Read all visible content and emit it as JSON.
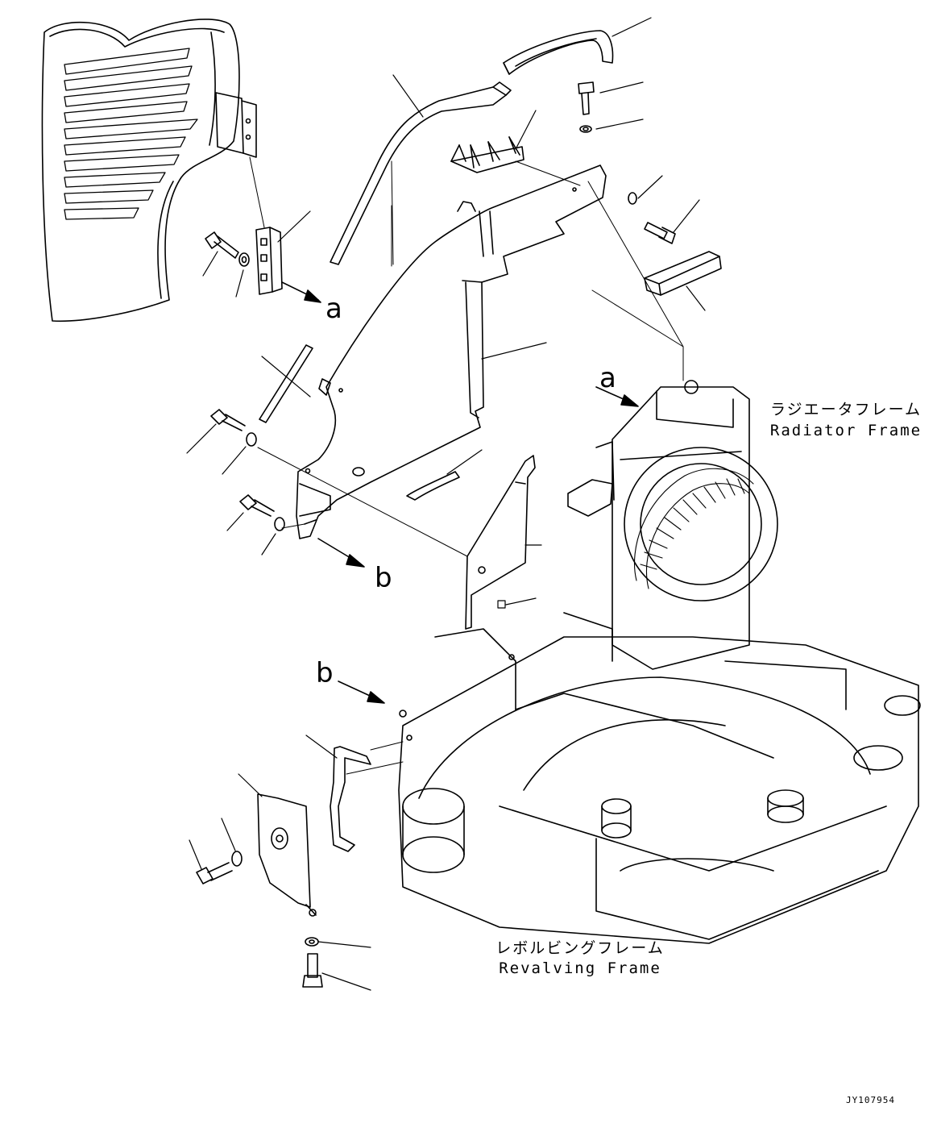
{
  "callouts": {
    "a_top": "a",
    "a_frame": "a",
    "b_mid": "b",
    "b_frame": "b"
  },
  "labels": {
    "radiator_frame_jp": "ラジエータフレーム",
    "radiator_frame_en": "Radiator Frame",
    "revolving_frame_jp": "レボルビングフレーム",
    "revolving_frame_en": "Revalving Frame"
  },
  "drawing_code": "JY107954"
}
